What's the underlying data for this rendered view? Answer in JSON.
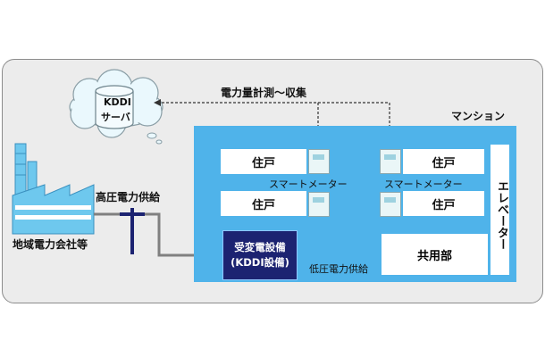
{
  "server": {
    "line1": "KDDI",
    "line2": "サーバ"
  },
  "labels": {
    "measurement": "電力量計測～収集",
    "mansion": "マンション",
    "high_voltage": "高圧電力供給",
    "low_voltage": "低圧電力供給",
    "power_company": "地域電力会社等",
    "smart_meter_left": "スマートメーター",
    "smart_meter_right": "スマートメーター"
  },
  "units": {
    "top_left": "住戸",
    "top_right": "住戸",
    "bottom_left": "住戸",
    "bottom_right": "住戸",
    "common": "共用部",
    "elevator": "エレベーター"
  },
  "substation": {
    "line1": "受変電設備",
    "line2": "(KDDI設備)"
  },
  "colors": {
    "building": "#4fb3ea",
    "substation": "#1c2371",
    "power_line": "#1c2371",
    "grid_line": "#808080",
    "plant": "#6ec8ee"
  }
}
